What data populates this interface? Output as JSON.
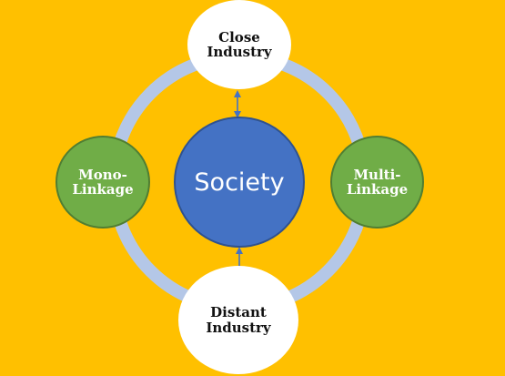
{
  "diagram": {
    "center": {
      "label": "Society"
    },
    "top": {
      "line1": "Close",
      "line2": "Industry"
    },
    "bottom": {
      "line1": "Distant",
      "line2": "Industry"
    },
    "left": {
      "line1": "Mono-",
      "line2": "Linkage"
    },
    "right": {
      "line1": "Multi-",
      "line2": "Linkage"
    },
    "colors": {
      "background": "#FFC000",
      "ring": "#B4C7E7",
      "center_fill": "#4472C4",
      "side_fill": "#70AD47",
      "arrow": "#4472C4"
    }
  }
}
